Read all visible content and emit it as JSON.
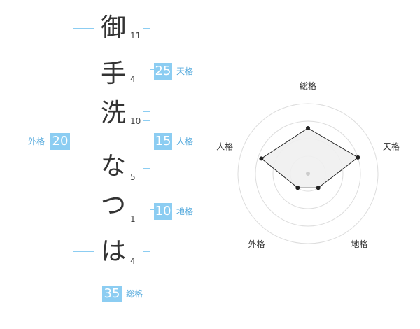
{
  "name": {
    "chars": [
      "御",
      "手",
      "洗",
      "な",
      "つ",
      "は"
    ],
    "strokes": [
      "11",
      "4",
      "10",
      "5",
      "1",
      "4"
    ]
  },
  "kaku": {
    "tenkaku": {
      "value": "25",
      "label": "天格"
    },
    "jinkaku": {
      "value": "15",
      "label": "人格"
    },
    "chikaku": {
      "value": "10",
      "label": "地格"
    },
    "gaikaku": {
      "value": "20",
      "label": "外格"
    },
    "soukaku": {
      "value": "35",
      "label": "総格"
    }
  },
  "chart_data": {
    "type": "radar",
    "axes": [
      "総格",
      "天格",
      "地格",
      "外格",
      "人格"
    ],
    "values": [
      0.65,
      0.75,
      0.25,
      0.25,
      0.7
    ],
    "max": 1.0,
    "rings": 4
  }
}
